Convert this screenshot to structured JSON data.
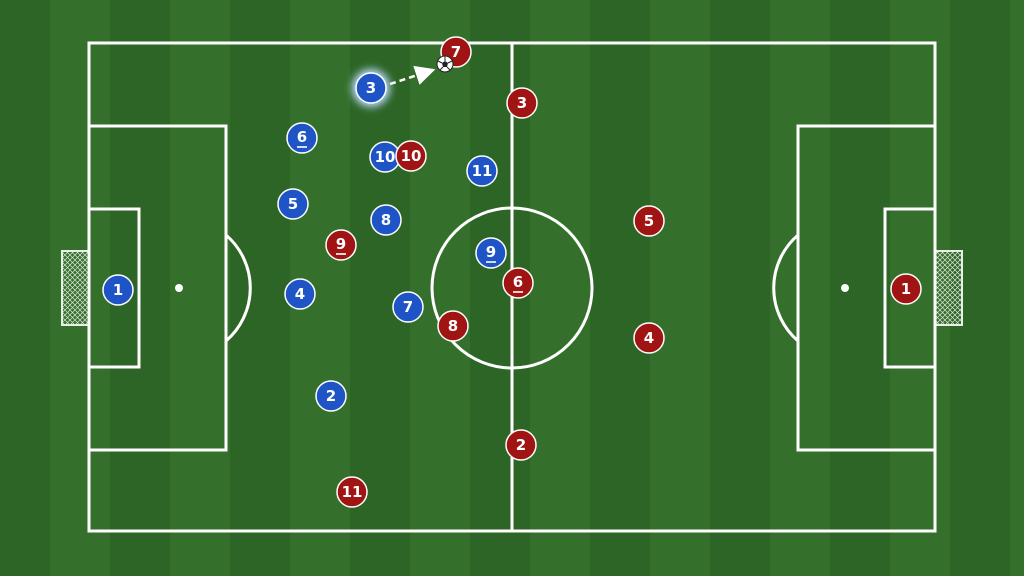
{
  "title": "",
  "colors": {
    "grass_dark": "#2d6526",
    "grass_light": "#3a7a30",
    "line": "#ffffff",
    "team_blue": "#1f54c6",
    "team_blue_stroke": "#ffffff",
    "team_red": "#a01414",
    "team_red_stroke": "#ffffff",
    "highlight": "#bcd9ff"
  },
  "blue_team": {
    "players": [
      {
        "label": "1",
        "underline": false,
        "highlight": false
      },
      {
        "label": "2",
        "underline": false,
        "highlight": false
      },
      {
        "label": "3",
        "underline": false,
        "highlight": true
      },
      {
        "label": "4",
        "underline": false,
        "highlight": false
      },
      {
        "label": "5",
        "underline": false,
        "highlight": false
      },
      {
        "label": "6",
        "underline": true,
        "highlight": false
      },
      {
        "label": "7",
        "underline": false,
        "highlight": false
      },
      {
        "label": "8",
        "underline": false,
        "highlight": false
      },
      {
        "label": "9",
        "underline": true,
        "highlight": false
      },
      {
        "label": "10",
        "underline": false,
        "highlight": false
      },
      {
        "label": "11",
        "underline": false,
        "highlight": false
      }
    ]
  },
  "red_team": {
    "players": [
      {
        "label": "1",
        "underline": false
      },
      {
        "label": "2",
        "underline": false
      },
      {
        "label": "3",
        "underline": false
      },
      {
        "label": "4",
        "underline": false
      },
      {
        "label": "5",
        "underline": false
      },
      {
        "label": "6",
        "underline": true
      },
      {
        "label": "7",
        "underline": false
      },
      {
        "label": "8",
        "underline": false
      },
      {
        "label": "9",
        "underline": true
      },
      {
        "label": "10",
        "underline": false
      },
      {
        "label": "11",
        "underline": false
      }
    ]
  },
  "ball": {
    "icon": "soccer-ball-icon",
    "pass_from": "blue-3",
    "pass_style": "dashed-arrow"
  }
}
